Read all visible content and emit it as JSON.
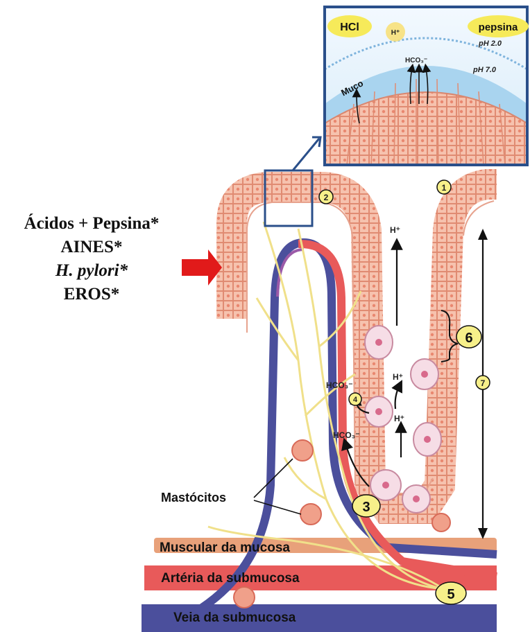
{
  "agents": {
    "line1": "Ácidos + Pepsina*",
    "line2": "AINES*",
    "line3": "H. pylori*",
    "line4": "EROS*"
  },
  "inset": {
    "hcl": "HCl",
    "h_plus": "H⁺",
    "pepsina": "pepsina",
    "ph_low": "pH 2.0",
    "ph_high": "pH 7.0",
    "hco3": "HCO₃⁻",
    "muco": "Muco"
  },
  "markers": {
    "m1": "1",
    "m2": "2",
    "m3": "3",
    "m4": "4",
    "m5": "5",
    "m6": "6",
    "m7": "7"
  },
  "ions": {
    "h_top": "H⁺",
    "h_mid": "H⁺",
    "h_low": "H⁺",
    "hco3_upper": "HCO₃⁻",
    "hco3_lower": "HCO₃⁻"
  },
  "labels": {
    "mastocitos": "Mastócitos",
    "muscular": "Muscular da mucosa",
    "arteria": "Artéria da submucosa",
    "veia": "Veia da submucosa"
  },
  "colors": {
    "epithelium": "#f4b9a3",
    "mucus": "#8fc4e8",
    "artery": "#e85a5a",
    "vein": "#4b4f9c",
    "nerve": "#f0e08a",
    "muscle": "#e8a17a",
    "marker": "#f7f08a",
    "arrow": "#e11a1a",
    "inset_border": "#2a4f8a"
  }
}
